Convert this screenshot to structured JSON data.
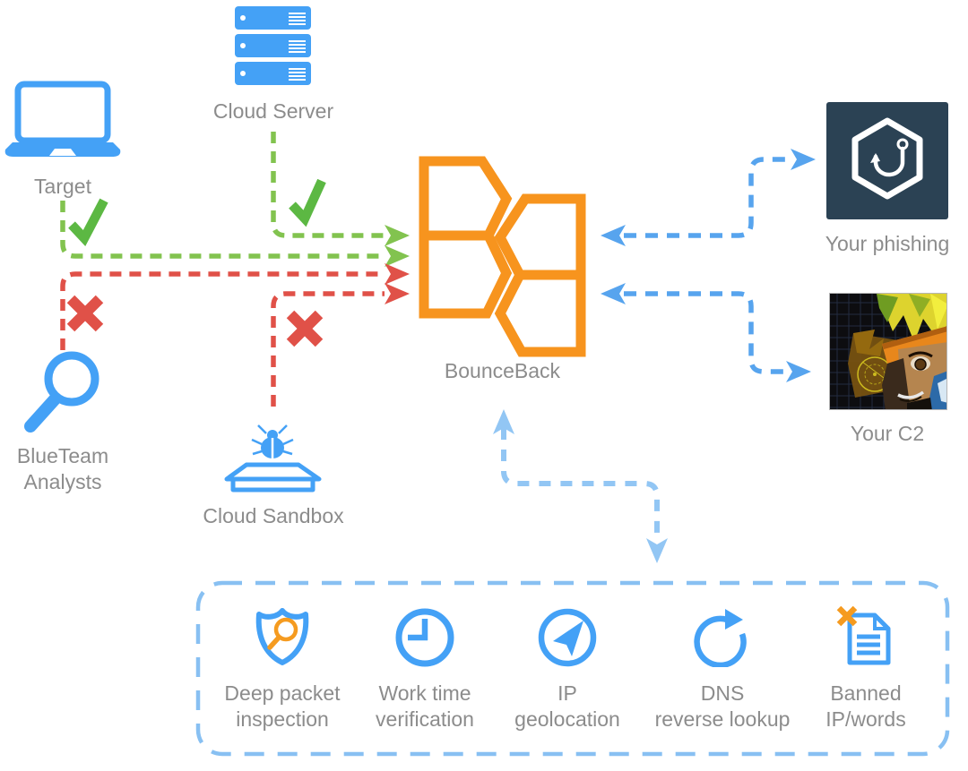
{
  "diagram": {
    "nodes": {
      "target": {
        "label": "Target"
      },
      "cloud_server": {
        "label": "Cloud Server"
      },
      "blueteam": {
        "label": "BlueTeam\nAnalysts"
      },
      "cloud_sandbox": {
        "label": "Cloud Sandbox"
      },
      "bounceback": {
        "label": "BounceBack"
      },
      "phishing": {
        "label": "Your phishing"
      },
      "c2": {
        "label": "Your C2"
      }
    },
    "features": {
      "items": [
        {
          "icon": "shield-magnifier-icon",
          "label": "Deep packet\ninspection"
        },
        {
          "icon": "clock-icon",
          "label": "Work time\nverification"
        },
        {
          "icon": "compass-icon",
          "label": "IP\ngeolocation"
        },
        {
          "icon": "refresh-icon",
          "label": "DNS\nreverse lookup"
        },
        {
          "icon": "document-x-icon",
          "label": "Banned\nIP/words"
        }
      ]
    },
    "connections": [
      {
        "from": "Target",
        "to": "BounceBack",
        "mark": "check",
        "status": "allowed",
        "color": "green"
      },
      {
        "from": "Cloud Server",
        "to": "BounceBack",
        "mark": "check",
        "status": "allowed",
        "color": "green"
      },
      {
        "from": "BlueTeam Analysts",
        "to": "BounceBack",
        "mark": "cross",
        "status": "blocked",
        "color": "red"
      },
      {
        "from": "Cloud Sandbox",
        "to": "BounceBack",
        "mark": "cross",
        "status": "blocked",
        "color": "red"
      },
      {
        "from": "BounceBack",
        "to": "Your phishing",
        "bidirectional": true,
        "color": "blue"
      },
      {
        "from": "BounceBack",
        "to": "Your C2",
        "bidirectional": true,
        "color": "blue"
      },
      {
        "from": "BounceBack",
        "to": "features-panel",
        "bidirectional": true,
        "color": "light-blue"
      }
    ],
    "colors": {
      "allowed_green": "#82c34f",
      "check_green": "#5cb843",
      "blocked_red": "#e05148",
      "link_blue": "#57a4ee",
      "panel_blue": "#88c0f2",
      "icon_blue": "#44a1f6",
      "brand_orange": "#f7941e",
      "highlight_orange": "#f59b20",
      "label_gray": "#8c8c8c",
      "phishing_navy": "#2b4254"
    }
  }
}
